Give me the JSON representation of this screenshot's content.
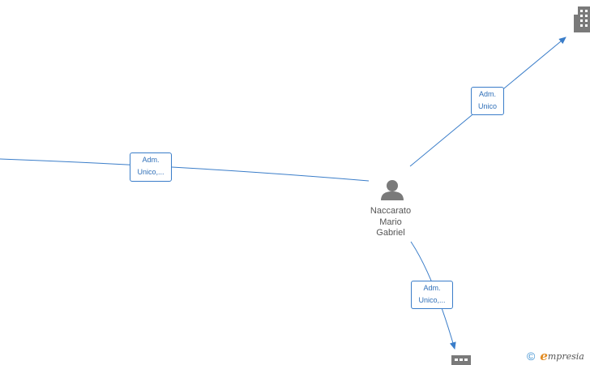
{
  "person": {
    "name_lines": [
      "Naccarato",
      "Mario",
      "Gabriel"
    ],
    "icon": "person-icon"
  },
  "edges": {
    "top_right": {
      "line1": "Adm.",
      "line2": "Unico"
    },
    "left": {
      "line1": "Adm.",
      "line2": "Unico,..."
    },
    "bottom": {
      "line1": "Adm.",
      "line2": "Unico,..."
    }
  },
  "nodes": {
    "top_right_company": {
      "icon": "building-icon"
    },
    "bottom_company": {
      "icon": "building-icon"
    }
  },
  "footer": {
    "copyright_symbol": "©",
    "brand_initial": "e",
    "brand_rest": "mpresia"
  },
  "colors": {
    "edge": "#3a7dc9",
    "label_text": "#2f6fb8",
    "icon": "#7a7a7a",
    "brand_orange": "#e28a1f"
  }
}
